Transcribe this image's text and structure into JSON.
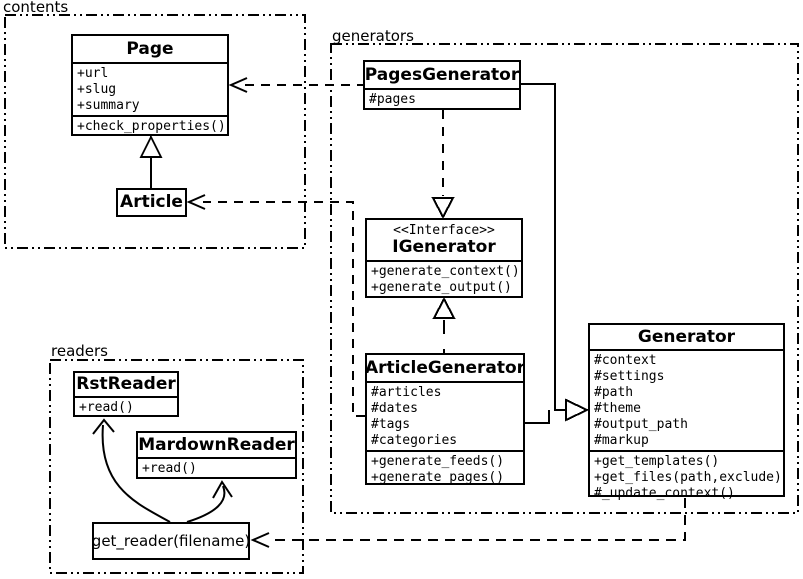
{
  "packages": {
    "contents": {
      "label": "contents"
    },
    "generators": {
      "label": "generators"
    },
    "readers": {
      "label": "readers"
    }
  },
  "classes": {
    "page": {
      "name": "Page",
      "attributes": [
        "+url",
        "+slug",
        "+summary"
      ],
      "methods": [
        "+check_properties()"
      ]
    },
    "article": {
      "name": "Article"
    },
    "pages_generator": {
      "name": "PagesGenerator",
      "attributes": [
        "#pages"
      ]
    },
    "igenerator": {
      "stereotype": "<<Interface>>",
      "name": "IGenerator",
      "methods": [
        "+generate_context()",
        "+generate_output()"
      ]
    },
    "article_generator": {
      "name": "ArticleGenerator",
      "attributes": [
        "#articles",
        "#dates",
        "#tags",
        "#categories"
      ],
      "methods": [
        "+generate_feeds()",
        "+generate_pages()"
      ]
    },
    "generator": {
      "name": "Generator",
      "attributes": [
        "#context",
        "#settings",
        "#path",
        "#theme",
        "#output_path",
        "#markup"
      ],
      "methods": [
        "+get_templates()",
        "+get_files(path,exclude)",
        "#_update_context()"
      ]
    },
    "rst_reader": {
      "name": "RstReader",
      "methods": [
        "+read()"
      ]
    },
    "mardown_reader": {
      "name": "MardownReader",
      "methods": [
        "+read()"
      ]
    }
  },
  "nodes": {
    "get_reader": {
      "label": "get_reader(filename)"
    }
  },
  "relationships": [
    {
      "type": "generalization",
      "from": "Article",
      "to": "Page"
    },
    {
      "type": "dependency",
      "from": "PagesGenerator",
      "to": "Page"
    },
    {
      "type": "dependency",
      "from": "ArticleGenerator",
      "to": "Article"
    },
    {
      "type": "realization",
      "from": "PagesGenerator",
      "to": "IGenerator"
    },
    {
      "type": "realization",
      "from": "ArticleGenerator",
      "to": "IGenerator"
    },
    {
      "type": "generalization",
      "from": "PagesGenerator",
      "to": "Generator"
    },
    {
      "type": "generalization",
      "from": "ArticleGenerator",
      "to": "Generator"
    },
    {
      "type": "dependency",
      "from": "Generator",
      "to": "get_reader(filename)"
    },
    {
      "type": "arrow",
      "from": "get_reader(filename)",
      "to": "RstReader"
    },
    {
      "type": "arrow",
      "from": "get_reader(filename)",
      "to": "MardownReader"
    }
  ],
  "colors": {
    "line": "#000000",
    "background": "#ffffff"
  }
}
